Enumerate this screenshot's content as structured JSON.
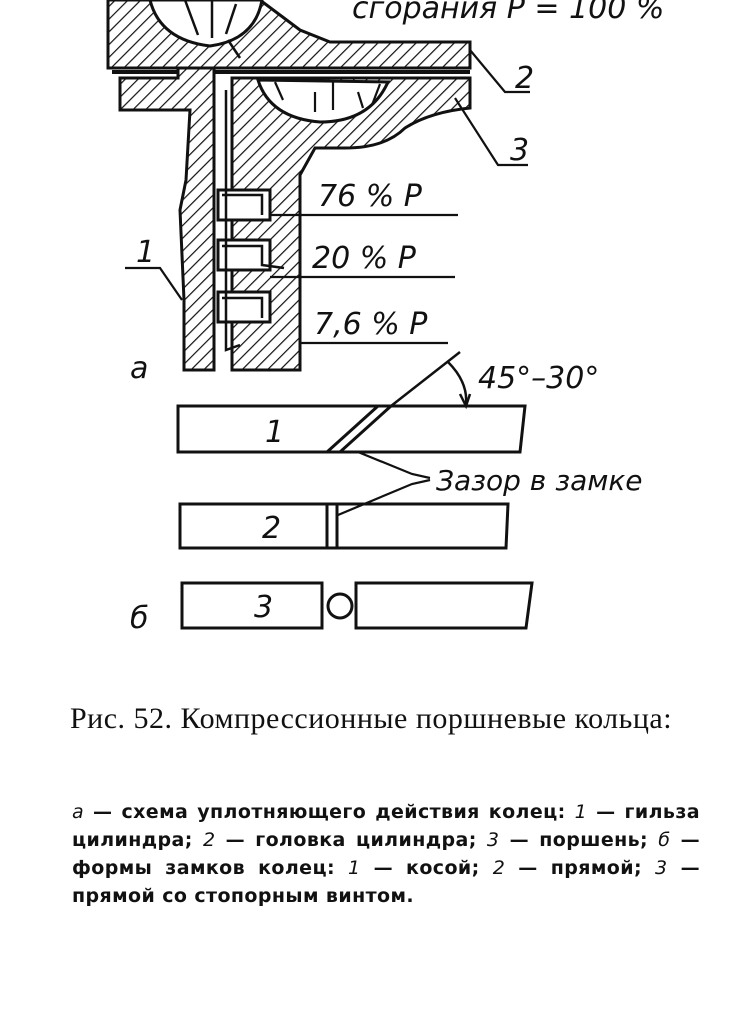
{
  "figure": {
    "top_text": "сгорания P = 100 %",
    "pressure_labels": [
      "76 % P",
      "20 % P",
      "7,6 % P"
    ],
    "part_labels": [
      "1",
      "2",
      "3"
    ],
    "section_a": "а",
    "section_b": "б",
    "angle_label": "45°–30°",
    "gap_label": "Зазор в замке",
    "ring_numbers": [
      "1",
      "2",
      "3"
    ]
  },
  "caption": {
    "title": "Рис. 52. Компрессионные поршневые кольца:"
  },
  "legend": {
    "a_key": "а",
    "a_text": " — схема уплотняющего действия колец: ",
    "k1": "1",
    "t1": " — гильза цилиндра; ",
    "k2": "2",
    "t2": " — головка цилиндра; ",
    "k3": "3",
    "t3": " — поршень; ",
    "b_key": "б",
    "b_text": " — формы замков колец: ",
    "r1": "1",
    "rt1": " — косой; ",
    "r2": "2",
    "rt2": " — прямой; ",
    "r3": "3",
    "rt3": " — прямой со стопорным винтом."
  }
}
